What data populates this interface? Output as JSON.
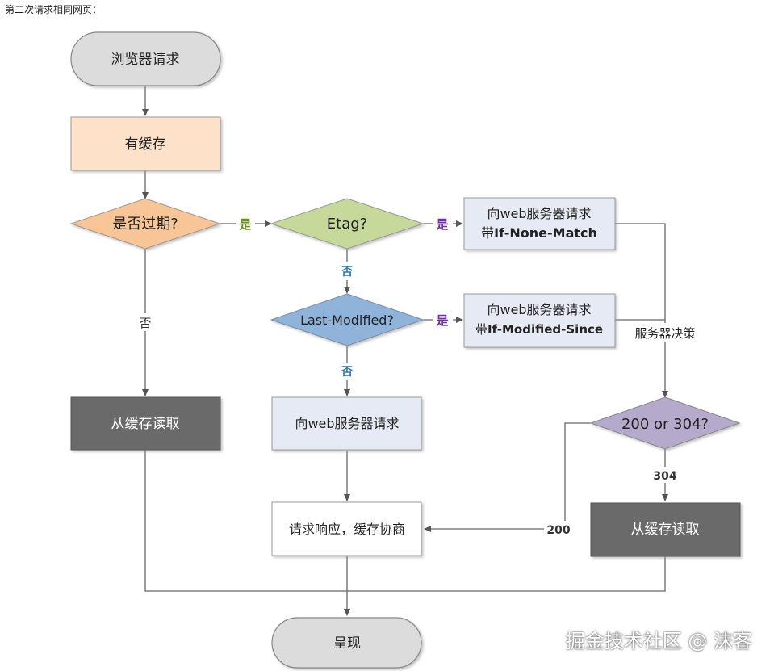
{
  "caption": "第二次请求相同网页：",
  "nodes": {
    "browser_request": "浏览器请求",
    "has_cache": "有缓存",
    "expired": "是否过期?",
    "etag": "Etag?",
    "req_inm_line1": "向web服务器请求",
    "req_inm_line2_prefix": "带",
    "req_inm_line2_header": "If-None-Match",
    "last_modified": "Last-Modified?",
    "req_ims_line1": "向web服务器请求",
    "req_ims_line2_prefix": "带",
    "req_ims_line2_header": "If-Modified-Since",
    "server_decide": "服务器决策",
    "read_cache_left": "从缓存读取",
    "request_web": "向web服务器请求",
    "status_check": "200 or 304?",
    "response": "请求响应，缓存协商",
    "read_cache_right": "从缓存读取",
    "present": "呈现"
  },
  "edge_labels": {
    "expired_yes": "是",
    "expired_no": "否",
    "etag_yes": "是",
    "etag_no": "否",
    "lm_yes": "是",
    "lm_no": "否",
    "code_304": "304",
    "code_200": "200"
  },
  "colors": {
    "start_fill": "#dcdcdc",
    "cache_fill": "#fde2c9",
    "orange_diamond": "#f7c596",
    "green_diamond": "#c6d99a",
    "blue_diamond": "#8fb3d9",
    "request_box": "#e6eaf4",
    "dark_box": "#6a6a6a",
    "purple_diamond": "#b5a9cc",
    "label_green": "#6b8e23",
    "label_purple": "#7030a0",
    "label_blue": "#2e75b6"
  },
  "watermark": "掘金技术社区 @ 沫客"
}
